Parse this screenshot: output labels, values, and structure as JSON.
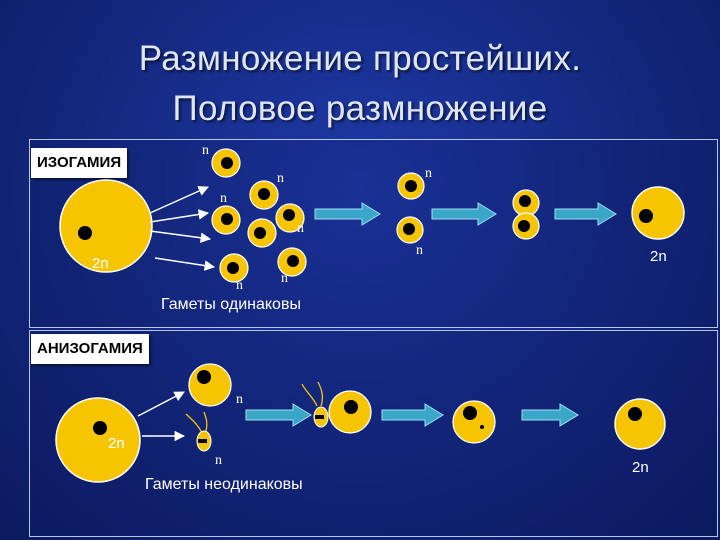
{
  "slide": {
    "title_line1": "Размножение простейших.",
    "title_line2": "Половое размножение"
  },
  "isogamy": {
    "label": "ИЗОГАМИЯ",
    "n": "n",
    "two_n": "2n",
    "caption": "Гаметы одинаковы"
  },
  "anisogamy": {
    "label": "АНИЗОГАМИЯ",
    "n": "n",
    "two_n": "2n",
    "caption": "Гаметы неодинаковы"
  },
  "colors": {
    "background": "#13287e",
    "cell_fill": "#f7c400",
    "cell_outline": "#ffffff",
    "nucleus": "#000000",
    "arrow_fill": "#3aa7c9",
    "text": "#ffffff"
  }
}
